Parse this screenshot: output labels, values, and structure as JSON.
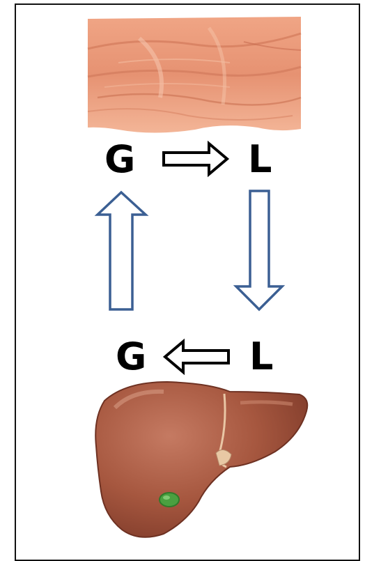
{
  "labels": {
    "top_left": "G",
    "top_right": "L",
    "bottom_left": "G",
    "bottom_right": "L"
  },
  "colors": {
    "cycle_arrow": "#3b5f93",
    "reaction_arrow": "#000000",
    "muscle": "#e89a78",
    "liver": "#9b4f3c",
    "gallbladder": "#4aa040"
  },
  "images": {
    "top": "muscle-tissue",
    "bottom": "liver-organ"
  }
}
